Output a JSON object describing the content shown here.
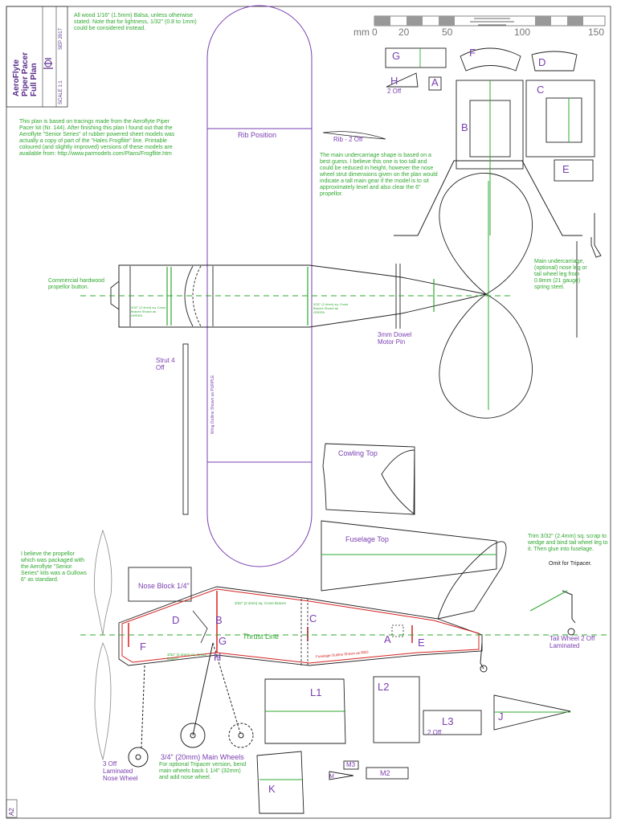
{
  "title_block": {
    "lines": [
      "AeroFlyte",
      "Piper Pacer",
      "Full Plan"
    ],
    "date": "SEP 2017",
    "scale": "SCALE 1:1",
    "sheet": "A2"
  },
  "notes": {
    "material": "All wood 1/16\" (1.5mm) Balsa, unless otherwise stated. Note that for lightness, 1/32\" (0.8 to 1mm) could be considered instead.",
    "source": "This plan is based on tracings made from the Aeroflyte Piper Pacer kit (Nr. 144). After finishing this plan I found out that the Aeroflyte \"Senior Series\" of rubber powered sheet models was actually a copy of part of the \"Hales Frogflite\" line. Printable coloured (and slightly improved) versions of these models are available from: http://www.parmodels.com/Plans/Frogflite.htm",
    "undercarriage": "The main undercarriage shape is based on a best guess. I believe this one is too tall and could be reduced in height, however the nose wheel strut dimensions given on the plan would indicate a tall main gear if the model is to sit approximately level and also clear the 6\" propellor.",
    "propeller": "I believe the propellor which was packaged with the Aeroflyte \"Senior Series\" kits was a Gullows 6\" as standard.",
    "prop_button": "Commercial hardwood propellor button.",
    "main_gear_wire": "Main undercarriage, (optional) nose leg or tail wheel leg from 0.8mm (21 gauge) spring steel.",
    "tail_wheel_leg": "Trim 3/32\" (2.4mm) sq. scrap to wedge and bind tail wheel leg to it. Then glue into fuselage.",
    "omit": "Omit for Tripacer.",
    "tripacer": "For optional Tripacer version, bend main wheels back 1 1/4\" (32mm) and add nose wheel.",
    "cross_braces_left": "3/32\" (2.4mm) sq. Cross Braces Shown as GREEN",
    "cross_braces_right": "3/32\" (2.4mm) sq. Cross Braces Shown as GREEN",
    "cross_braces_side": "3/32\" (2.4mm) sq. Cross Braces",
    "cross_braces_front": "3/32\" (2.4mm) sq. Cross Braces",
    "fuselage_outline": "Fuselage Outline Shown as RED",
    "wing_outline": "Wing Outline Shown as PURPLE"
  },
  "scale_bar": {
    "unit": "mm",
    "ticks": [
      "0",
      "20",
      "50",
      "100",
      "150"
    ]
  },
  "labels": {
    "rib_position": "Rib Position",
    "rib_2off": "Rib - 2 Off",
    "dowel": "3mm Dowel Motor Pin",
    "strut": "Strut 4 Off",
    "cowling_top": "Cowling Top",
    "fuselage_top": "Fuselage Top",
    "nose_block": "Nose Block 1/4\"",
    "thrust_line": "Thrust Line",
    "main_wheels": "3/4\" (20mm) Main Wheels",
    "nose_wheel": "3 Off Laminated Nose Wheel",
    "tail_wheel": "Tail Wheel 2 Off Laminated",
    "two_off": "2 Off",
    "h_two_off": "2 Off"
  },
  "parts": {
    "G": "G",
    "F": "F",
    "D": "D",
    "H": "H",
    "A": "A",
    "B": "B",
    "C": "C",
    "E": "E",
    "L1": "L1",
    "L2": "L2",
    "L3": "L3",
    "J": "J",
    "K": "K",
    "M3": "M3",
    "M2": "M2",
    "M": "M",
    "side_D": "D",
    "side_B": "B",
    "side_C": "C",
    "side_F": "F",
    "side_G": "G",
    "side_H": "H",
    "side_A": "A",
    "side_E": "E"
  },
  "colors": {
    "outline": "#222222",
    "purple": "#7a3fb0",
    "green": "#2fa82f",
    "red": "#d62020"
  }
}
